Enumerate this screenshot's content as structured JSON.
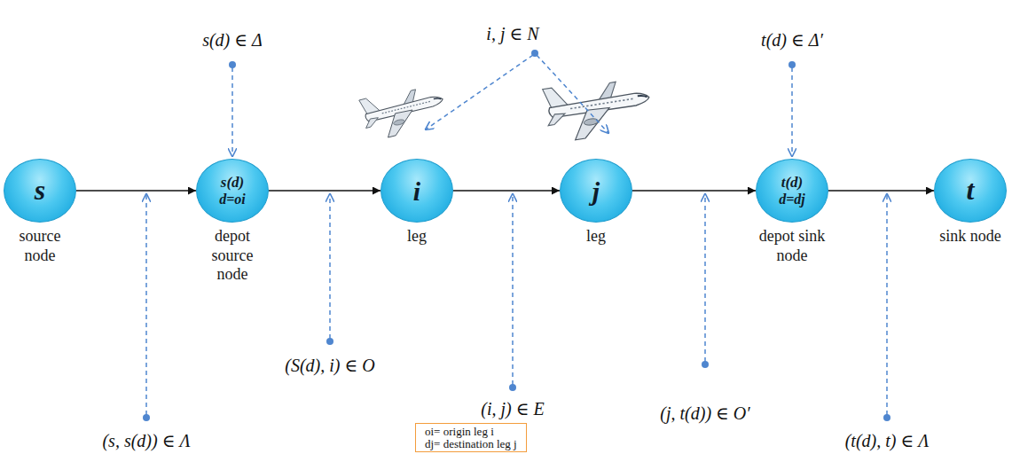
{
  "diagram": {
    "nodes": [
      {
        "text": [
          "s",
          "source node"
        ]
      },
      {
        "text": [
          "s(d)",
          "d=oi",
          "depot source node"
        ]
      },
      {
        "text": [
          "i",
          "leg"
        ]
      },
      {
        "text": [
          "j",
          "leg"
        ]
      },
      {
        "text": [
          "t(d)",
          "d=dj",
          "depot sink node"
        ]
      },
      {
        "text": [
          "t",
          "sink node"
        ]
      },
      {
        "text": [
          "oi= origin leg i",
          "dj= destination leg j"
        ]
      }
    ],
    "edges": [
      {
        "from": 0,
        "to": 1,
        "arrow": "to"
      },
      {
        "from": 1,
        "to": 2,
        "arrow": "to"
      },
      {
        "from": 2,
        "to": 3,
        "arrow": "to"
      },
      {
        "from": 3,
        "to": 4,
        "arrow": "to"
      },
      {
        "from": 4,
        "to": 5,
        "arrow": "to"
      }
    ],
    "labels": [
      "s(d) ∈ Δ",
      "i, j ∈ N",
      "t(d) ∈ Δ′",
      "(s, s(d)) ∈ Λ",
      "(S(d), i) ∈ O",
      "(i, j) ∈ E",
      "(j, t(d)) ∈ O′",
      "(t(d), t) ∈ Λ"
    ]
  }
}
